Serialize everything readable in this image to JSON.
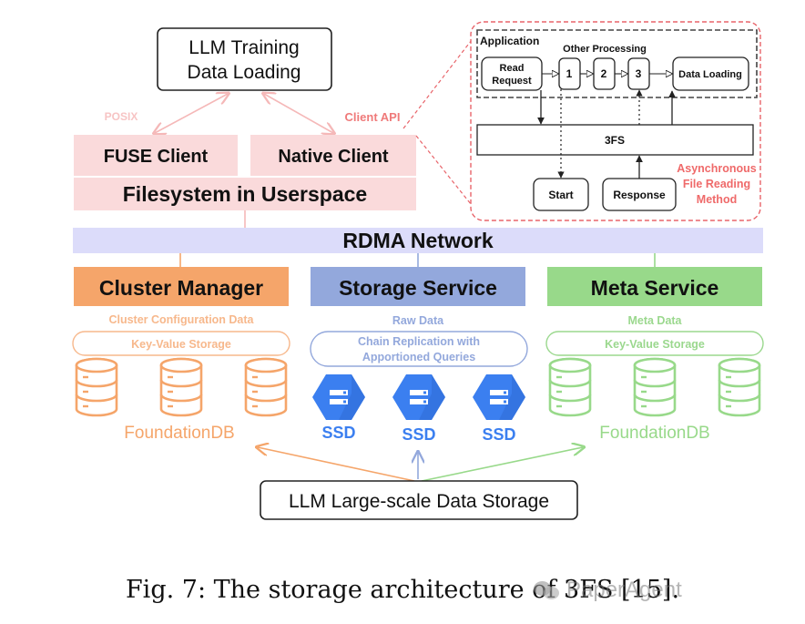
{
  "top": {
    "llm_training_line1": "LLM Training",
    "llm_training_line2": "Data Loading",
    "posix": "POSIX",
    "client_api": "Client API",
    "fuse_client": "FUSE Client",
    "native_client": "Native Client",
    "filesystem_userspace": "Filesystem in Userspace"
  },
  "async_panel": {
    "application": "Application",
    "other_processing": "Other Processing",
    "read_request_line1": "Read",
    "read_request_line2": "Request",
    "steps": [
      "1",
      "2",
      "3"
    ],
    "data_loading": "Data Loading",
    "fs3": "3FS",
    "start": "Start",
    "response": "Response",
    "method_line1": "Asynchronous",
    "method_line2": "File Reading",
    "method_line3": "Method"
  },
  "network": "RDMA Network",
  "services": {
    "cluster_manager": {
      "title": "Cluster Manager",
      "data": "Cluster Configuration Data",
      "storage": "Key-Value Storage",
      "db_label": "FoundationDB"
    },
    "storage_service": {
      "title": "Storage Service",
      "data": "Raw Data",
      "storage_line1": "Chain Replication with",
      "storage_line2": "Apportioned Queries",
      "ssd_labels": [
        "SSD",
        "SSD",
        "SSD"
      ]
    },
    "meta_service": {
      "title": "Meta Service",
      "data": "Meta Data",
      "storage": "Key-Value Storage",
      "db_label": "FoundationDB"
    }
  },
  "bottom": "LLM Large-scale Data Storage",
  "caption": "Fig. 7: The storage architecture of 3FS [15].",
  "watermark": "PaperAgent",
  "colors": {
    "pink_fill": "#fadadb",
    "pink_text": "#f08a8a",
    "red_dash": "#e8646a",
    "lavender": "#dcdcfa",
    "orange": "#f5a56a",
    "orange_text": "#f7b88c",
    "blue": "#93a8dc",
    "blue_text": "#5b87d6",
    "green": "#98d98a",
    "green_text": "#9bd88e",
    "ssd_blue": "#3b7ff0"
  }
}
